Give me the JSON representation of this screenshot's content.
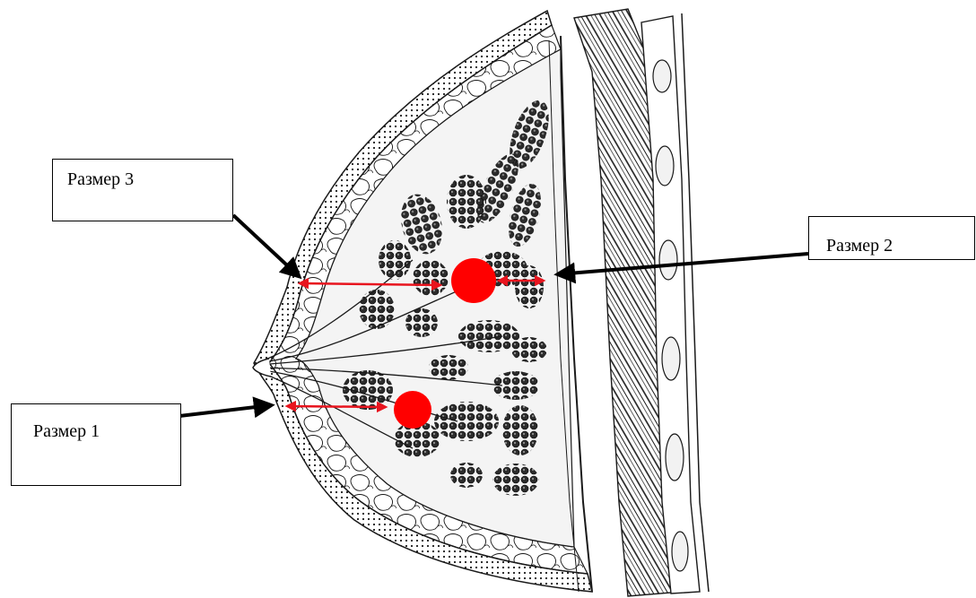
{
  "labels": {
    "size1": "Размер 1",
    "size2": "Размер 2",
    "size3": "Размер 3"
  },
  "colors": {
    "lesion": "#ff0000",
    "measure_arrow": "#e8141e",
    "pointer_arrow": "#000000",
    "line_art": "#1a1a1a",
    "box_border": "#000000",
    "background": "#ffffff"
  },
  "icons": {
    "lesion_marker": "red-filled-circle",
    "pointer": "black-arrow",
    "measurement": "red-double-headed-arrow"
  }
}
